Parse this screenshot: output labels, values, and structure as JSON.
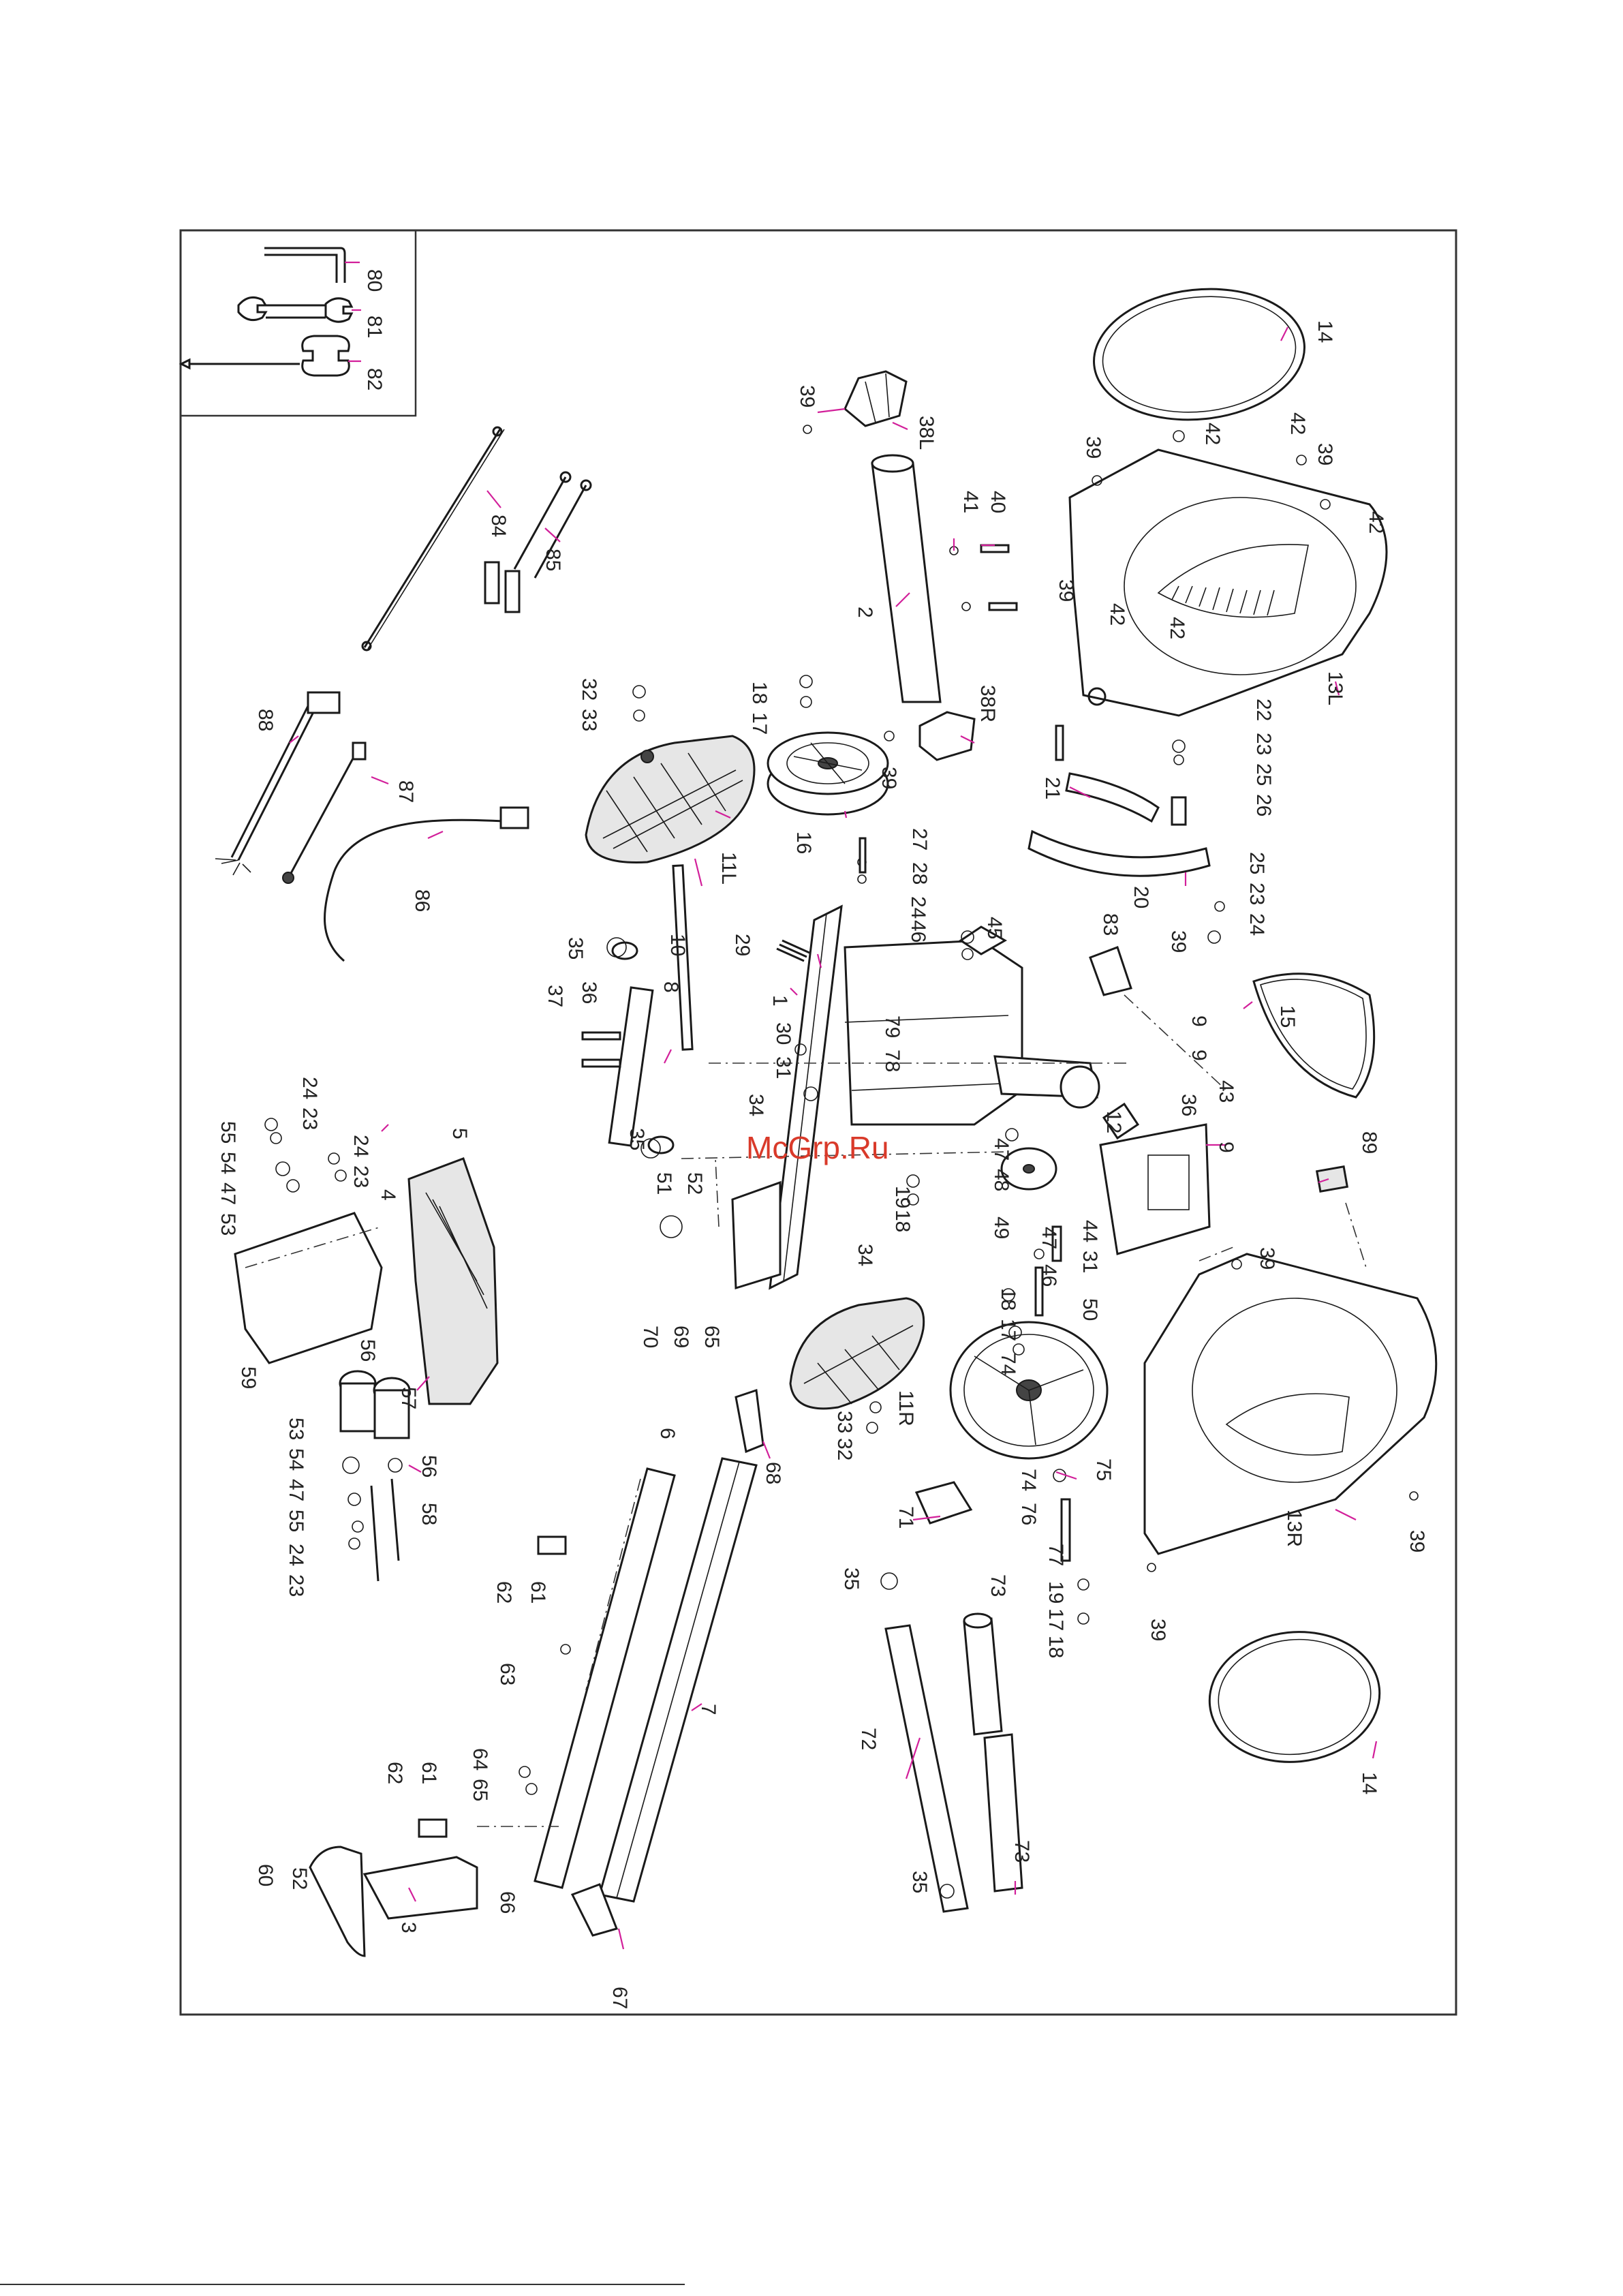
{
  "watermark": "McGrp.Ru",
  "parts": {
    "p1": "1",
    "p2": "2",
    "p3": "3",
    "p4": "4",
    "p5": "5",
    "p6": "6",
    "p7": "7",
    "p8": "8",
    "p9": "9",
    "p10": "10",
    "p11L": "11L",
    "p11R": "11R",
    "p12": "12",
    "p13L": "13L",
    "p13R": "13R",
    "p14": "14",
    "p15": "15",
    "p16": "16",
    "p17": "17",
    "p18": "18",
    "p19": "19",
    "p20": "20",
    "p21": "21",
    "p22": "22",
    "p23": "23",
    "p24": "24",
    "p25": "25",
    "p26": "26",
    "p27": "27",
    "p28": "28",
    "p29": "29",
    "p30": "30",
    "p31": "31",
    "p32": "32",
    "p33": "33",
    "p34": "34",
    "p35": "35",
    "p36": "36",
    "p37": "37",
    "p38L": "38L",
    "p38R": "38R",
    "p39": "39",
    "p40": "40",
    "p41": "41",
    "p42": "42",
    "p43": "43",
    "p44": "44",
    "p45": "45",
    "p46": "46",
    "p47": "47",
    "p48": "48",
    "p49": "49",
    "p50": "50",
    "p51": "51",
    "p52": "52",
    "p53": "53",
    "p54": "54",
    "p55": "55",
    "p56": "56",
    "p57": "57",
    "p58": "58",
    "p59": "59",
    "p60": "60",
    "p61": "61",
    "p62": "62",
    "p63": "63",
    "p64": "64",
    "p65": "65",
    "p66": "66",
    "p67": "67",
    "p68": "68",
    "p69": "69",
    "p70": "70",
    "p71": "71",
    "p72": "72",
    "p73": "73",
    "p74": "74",
    "p75": "75",
    "p76": "76",
    "p77": "77",
    "p78": "78",
    "p79": "79",
    "p80": "80",
    "p81": "81",
    "p82": "82",
    "p83": "83",
    "p84": "84",
    "p85": "85",
    "p86": "86",
    "p87": "87",
    "p88": "88",
    "p89": "89"
  }
}
